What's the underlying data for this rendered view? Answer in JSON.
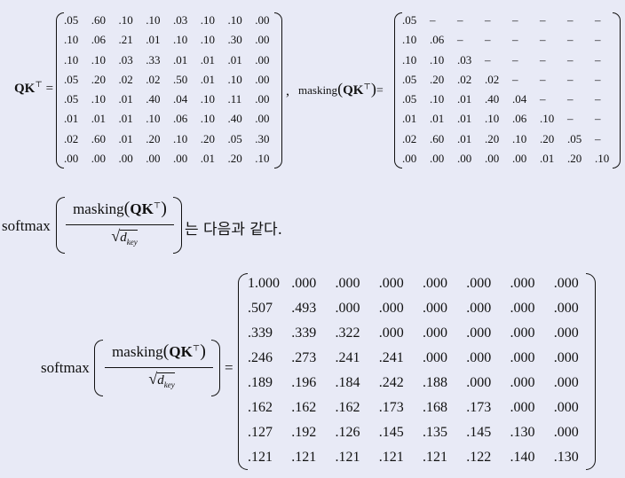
{
  "eq1": {
    "lhs_main": "QK",
    "lhs_sup": "⊤",
    "equals": "=",
    "comma": ",",
    "masking_label": "masking",
    "masking_arg": "QK",
    "masking_sup": "⊤",
    "masking_equals": "="
  },
  "matrix_qk": [
    [
      ".05",
      ".60",
      ".10",
      ".10",
      ".03",
      ".10",
      ".10",
      ".00"
    ],
    [
      ".10",
      ".06",
      ".21",
      ".01",
      ".10",
      ".10",
      ".30",
      ".00"
    ],
    [
      ".10",
      ".10",
      ".03",
      ".33",
      ".01",
      ".01",
      ".01",
      ".00"
    ],
    [
      ".05",
      ".20",
      ".02",
      ".02",
      ".50",
      ".01",
      ".10",
      ".00"
    ],
    [
      ".05",
      ".10",
      ".01",
      ".40",
      ".04",
      ".10",
      ".11",
      ".00"
    ],
    [
      ".01",
      ".01",
      ".01",
      ".10",
      ".06",
      ".10",
      ".40",
      ".00"
    ],
    [
      ".02",
      ".60",
      ".01",
      ".20",
      ".10",
      ".20",
      ".05",
      ".30"
    ],
    [
      ".00",
      ".00",
      ".00",
      ".00",
      ".00",
      ".01",
      ".20",
      ".10"
    ]
  ],
  "matrix_masked": [
    [
      ".05",
      "–",
      "–",
      "–",
      "–",
      "–",
      "–",
      "–"
    ],
    [
      ".10",
      ".06",
      "–",
      "–",
      "–",
      "–",
      "–",
      "–"
    ],
    [
      ".10",
      ".10",
      ".03",
      "–",
      "–",
      "–",
      "–",
      "–"
    ],
    [
      ".05",
      ".20",
      ".02",
      ".02",
      "–",
      "–",
      "–",
      "–"
    ],
    [
      ".05",
      ".10",
      ".01",
      ".40",
      ".04",
      "–",
      "–",
      "–"
    ],
    [
      ".01",
      ".01",
      ".01",
      ".10",
      ".06",
      ".10",
      "–",
      "–"
    ],
    [
      ".02",
      ".60",
      ".01",
      ".20",
      ".10",
      ".20",
      ".05",
      "–"
    ],
    [
      ".00",
      ".00",
      ".00",
      ".00",
      ".00",
      ".01",
      ".20",
      ".10"
    ]
  ],
  "sentence": {
    "softmax": "softmax",
    "numerator_word": "masking",
    "numerator_arg": "QK",
    "numerator_sup": "⊤",
    "denominator_d": "d",
    "denominator_sub": "key",
    "tail": "는 다음과 같다."
  },
  "eq3": {
    "softmax": "softmax",
    "numerator_word": "masking",
    "numerator_arg": "QK",
    "numerator_sup": "⊤",
    "denominator_d": "d",
    "denominator_sub": "key",
    "equals": "="
  },
  "matrix_softmax": [
    [
      "1.000",
      ".000",
      ".000",
      ".000",
      ".000",
      ".000",
      ".000",
      ".000"
    ],
    [
      ".507",
      ".493",
      ".000",
      ".000",
      ".000",
      ".000",
      ".000",
      ".000"
    ],
    [
      ".339",
      ".339",
      ".322",
      ".000",
      ".000",
      ".000",
      ".000",
      ".000"
    ],
    [
      ".246",
      ".273",
      ".241",
      ".241",
      ".000",
      ".000",
      ".000",
      ".000"
    ],
    [
      ".189",
      ".196",
      ".184",
      ".242",
      ".188",
      ".000",
      ".000",
      ".000"
    ],
    [
      ".162",
      ".162",
      ".162",
      ".173",
      ".168",
      ".173",
      ".000",
      ".000"
    ],
    [
      ".127",
      ".192",
      ".126",
      ".145",
      ".135",
      ".145",
      ".130",
      ".000"
    ],
    [
      ".121",
      ".121",
      ".121",
      ".121",
      ".121",
      ".122",
      ".140",
      ".130"
    ]
  ]
}
